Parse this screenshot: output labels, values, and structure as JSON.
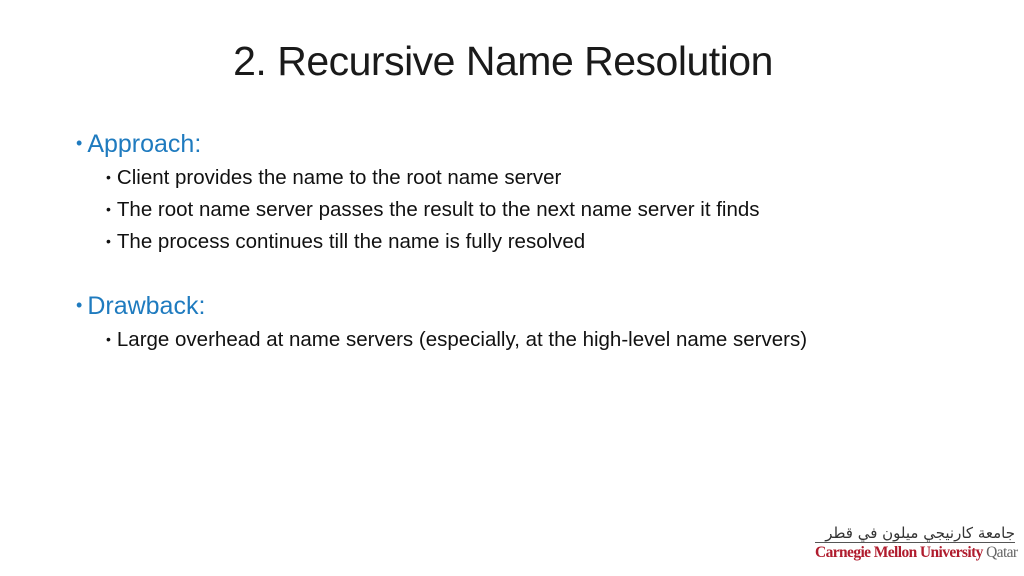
{
  "slide": {
    "title": "2. Recursive Name Resolution",
    "sections": [
      {
        "heading": "Approach:",
        "items": [
          "Client provides the name to the root name server",
          "The root name server passes the result to the next name server it finds",
          "The process continues till the name is fully resolved"
        ]
      },
      {
        "heading": "Drawback:",
        "items": [
          "Large overhead at name servers (especially, at the high-level name servers)"
        ]
      }
    ],
    "bullet_glyph": "•",
    "colors": {
      "heading": "#1f7bbf",
      "body": "#111111",
      "brand_red": "#b01c2e"
    }
  },
  "logo": {
    "arabic": "جامعة كارنيجي ميلون في قطر",
    "name": "Carnegie Mellon University",
    "location": "Qatar"
  }
}
